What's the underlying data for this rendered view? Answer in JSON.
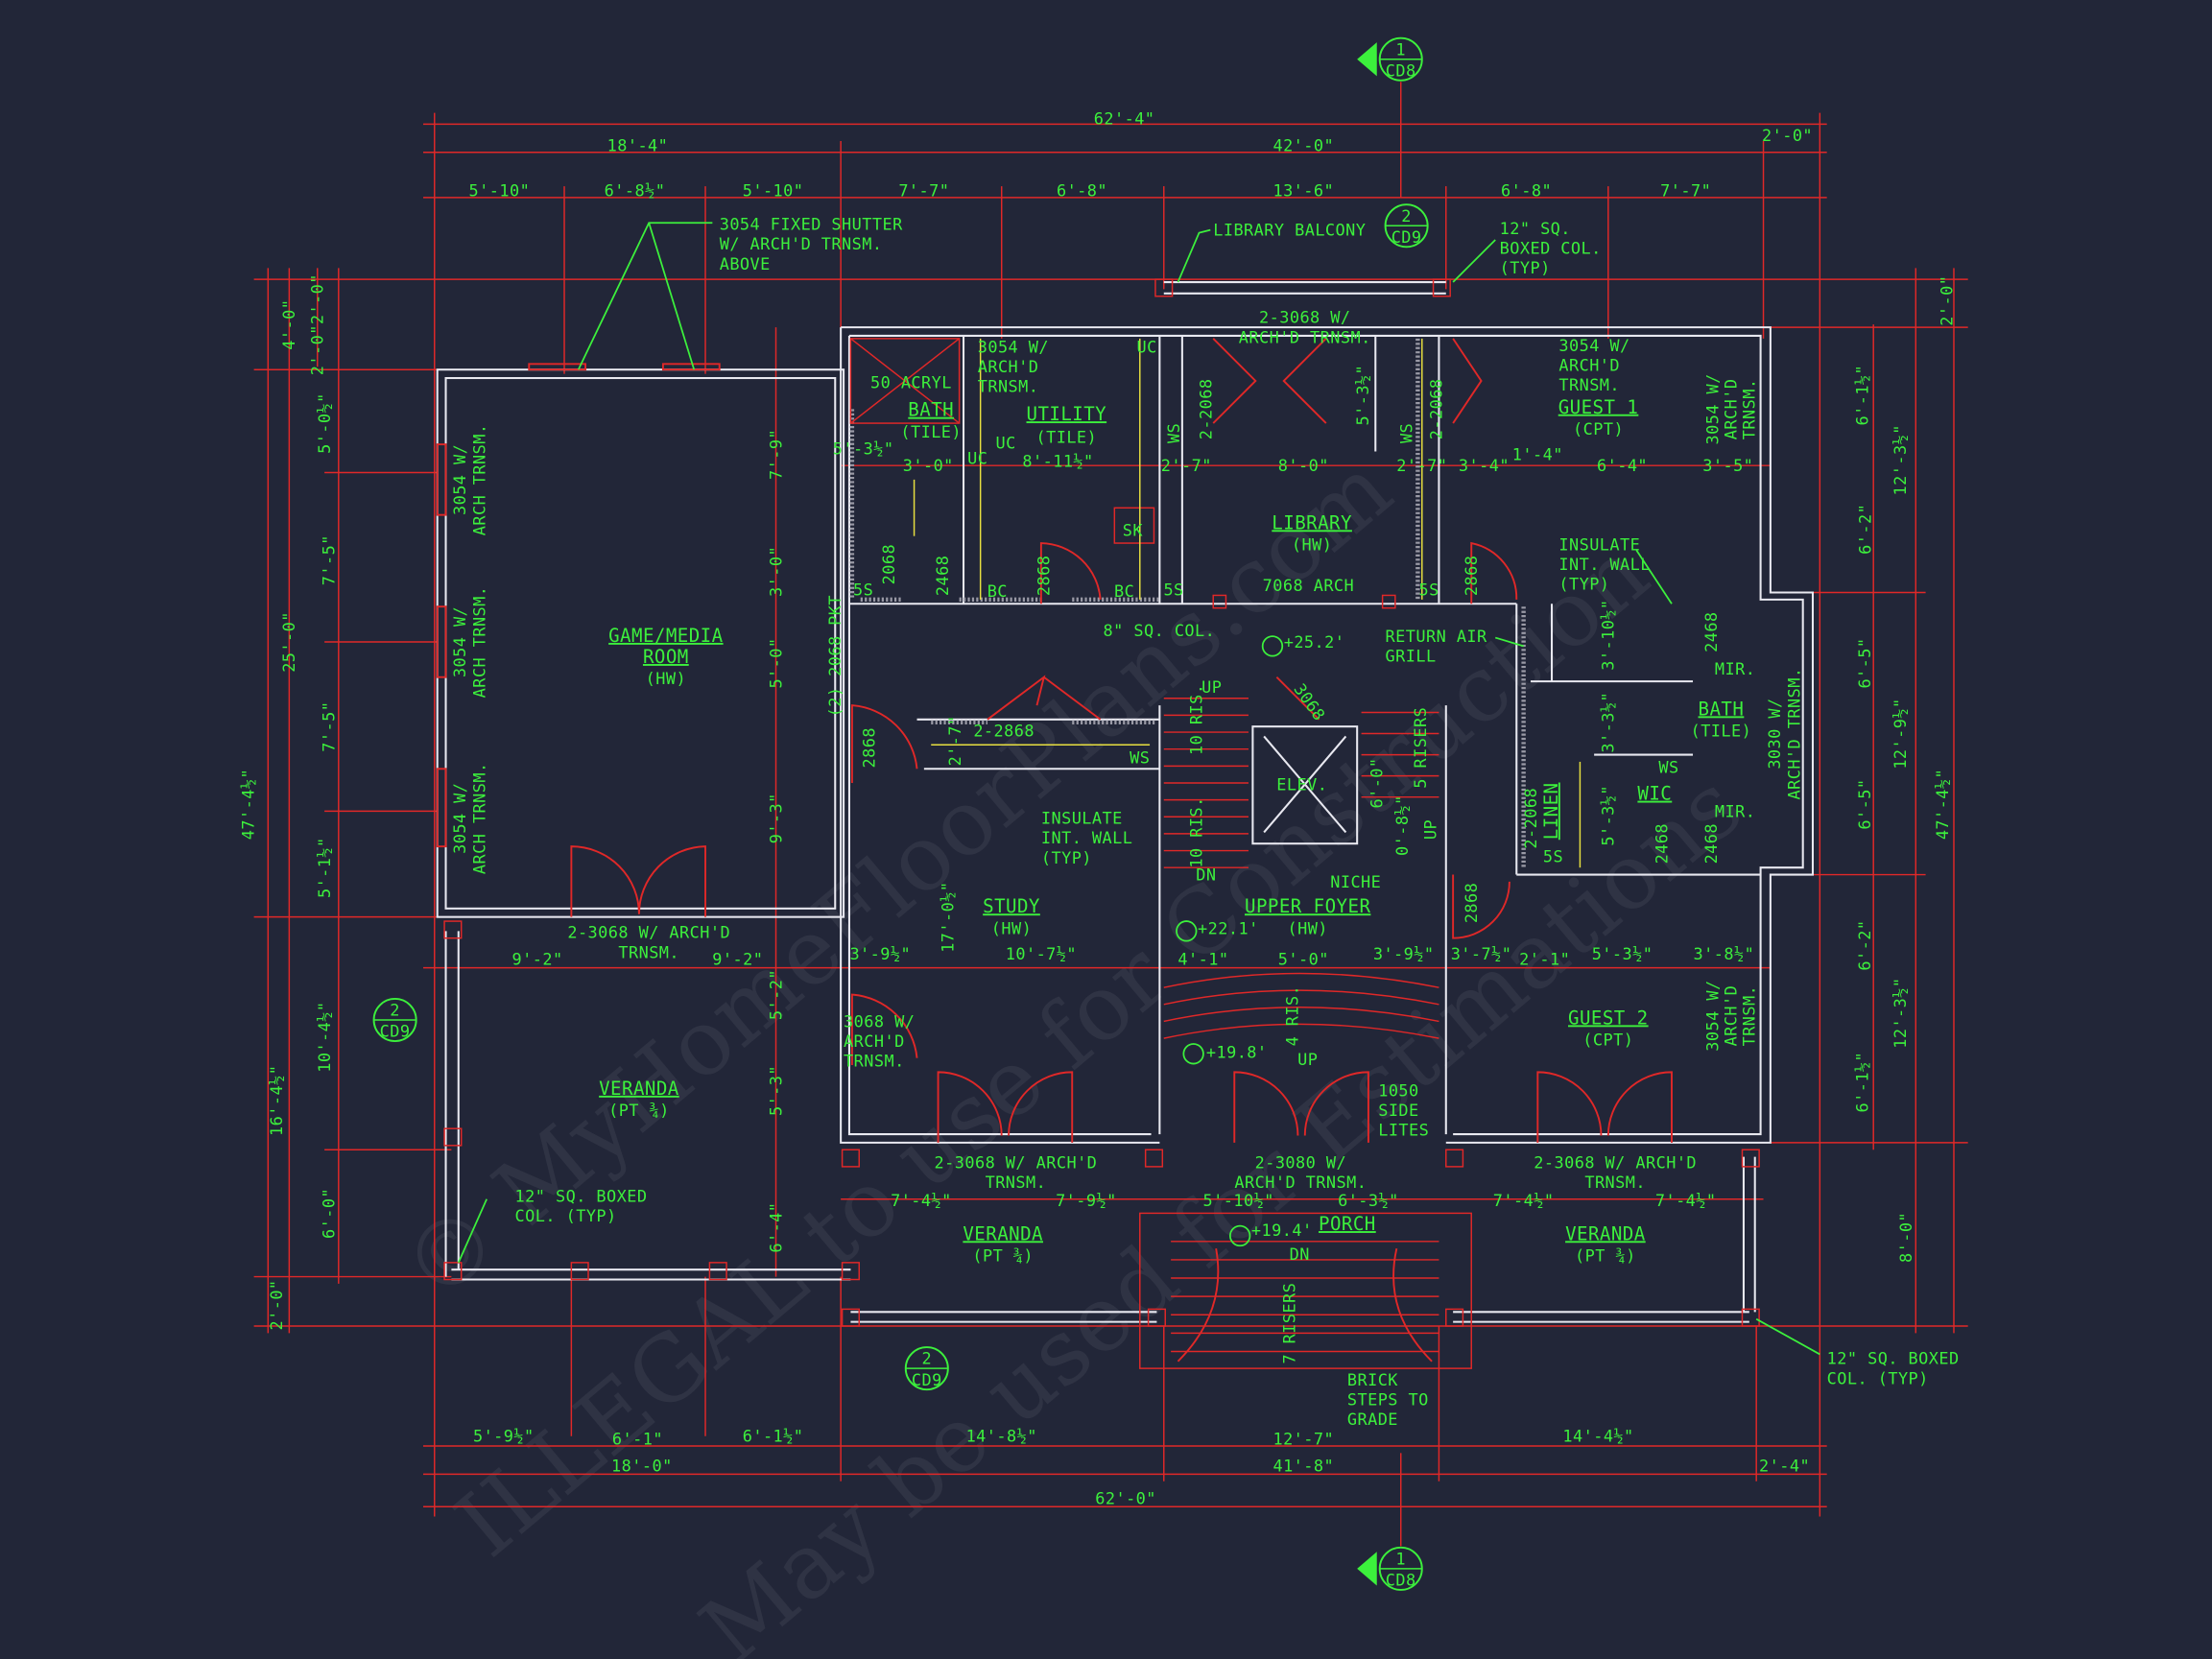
{
  "watermark": [
    "© MyHomeFloorPlans.com",
    "ILLEGAL to use for Construction",
    "May be used for Estimations"
  ],
  "markers": {
    "sec1_num": "1",
    "sec1_sheet": "CD8",
    "sec1b_num": "1",
    "sec1b_sheet": "CD8",
    "sec2a_num": "2",
    "sec2a_sheet": "CD9",
    "sec2b_num": "2",
    "sec2b_sheet": "CD9",
    "sec2c_num": "2",
    "sec2c_sheet": "CD9"
  },
  "dims": {
    "top": [
      "62'-4\"",
      "2'-0\"",
      "18'-4\"",
      "42'-0\"",
      "5'-10\"",
      "6'-8½\"",
      "5'-10\"",
      "7'-7\"",
      "6'-8\"",
      "13'-6\"",
      "6'-8\"",
      "7'-7\""
    ],
    "bottom": [
      "5'-9½\"",
      "6'-1\"",
      "6'-1½\"",
      "14'-8½\"",
      "12'-7\"",
      "14'-4½\"",
      "18'-0\"",
      "41'-8\"",
      "2'-4\"",
      "62'-0\""
    ],
    "left": [
      "47'-4½\"",
      "25'-0\"",
      "16'-4½\"",
      "2'-0\"",
      "4'-0\"",
      "2'-0\"2'-0\"",
      "5'-0½\"",
      "7'-5\"",
      "7'-5\"",
      "5'-1½\"",
      "10'-4½\"",
      "6'-0\""
    ],
    "right": [
      "2'-0\"",
      "47'-4½\"",
      "12'-3½\"",
      "12'-9½\"",
      "12'-3½\"",
      "8'-0\"",
      "6'-1½\"",
      "6'-2\"",
      "6'-5\"",
      "6'-5\"",
      "6'-2\"",
      "6'-1½\""
    ],
    "upper_row": [
      "3'-0\"",
      "8'-11½\"",
      "2'-7\"",
      "8'-0\"",
      "2'-7\"",
      "3'-4\"",
      "1'-4\"",
      "6'-4\"",
      "3'-5\"",
      "5'-3½\""
    ],
    "mid_row": [
      "9'-2\"",
      "9'-2\"",
      "3'-9½\"",
      "10'-7½\"",
      "4'-1\"",
      "5'-0\"",
      "3'-9½\"",
      "3'-7½\"",
      "2'-1\"",
      "5'-3½\"",
      "3'-8½\""
    ],
    "lower_row": [
      "7'-4½\"",
      "7'-9½\"",
      "5'-10½\"",
      "6'-3½\"",
      "7'-4½\"",
      "7'-4½\""
    ],
    "vertical": [
      "7'-9\"",
      "3'-0\"",
      "5'-0\"",
      "9'-3\"",
      "5'-2\"",
      "5'-3\"",
      "6'-4\"",
      "17'-0½\"",
      "5'-3½\"",
      "3'-10½\"",
      "3'-3½\"",
      "5'-3½\"",
      "6'-0\"",
      "0'-8½\"",
      "2'-7\""
    ]
  },
  "rooms": {
    "game": [
      "GAME/MEDIA",
      "ROOM",
      "(HW)"
    ],
    "bath1": [
      "BATH",
      "(TILE)"
    ],
    "utility": [
      "UTILITY",
      "(TILE)"
    ],
    "library": [
      "LIBRARY",
      "(HW)"
    ],
    "guest1": [
      "GUEST 1",
      "(CPT)"
    ],
    "bath2": [
      "BATH",
      "(TILE)"
    ],
    "wic": [
      "WIC"
    ],
    "linen": [
      "LINEN"
    ],
    "study": [
      "STUDY",
      "(HW)"
    ],
    "foyer": [
      "UPPER FOYER",
      "(HW)"
    ],
    "guest2": [
      "GUEST 2",
      "(CPT)"
    ],
    "veranda_left": [
      "VERANDA",
      "(PT ¾)"
    ],
    "veranda_front": [
      "VERANDA",
      "(PT ¾)"
    ],
    "porch": [
      "PORCH"
    ],
    "veranda_right": [
      "VERANDA",
      "(PT ¾)"
    ],
    "elev": [
      "ELEV."
    ]
  },
  "notes": {
    "shutter": [
      "3054 FIXED SHUTTER",
      "W/ ARCH'D TRNSM.",
      "ABOVE"
    ],
    "balcony": [
      "LIBRARY BALCONY"
    ],
    "boxed_top": [
      "12\" SQ.",
      "BOXED COL.",
      "(TYP)"
    ],
    "lib_doors": [
      "2-3068 W/",
      "ARCH'D TRNSM."
    ],
    "util_win": [
      "3054 W/",
      "ARCH'D",
      "TRNSM."
    ],
    "acryl": [
      "50 ACRYL"
    ],
    "g1_win": [
      "3054 W/",
      "ARCH'D",
      "TRNSM."
    ],
    "insulate_r": [
      "INSULATE",
      "INT. WALL",
      "(TYP)"
    ],
    "return_air": [
      "RETURN AIR",
      "GRILL"
    ],
    "arch": [
      "7068 ARCH"
    ],
    "sq_col": [
      "8\" SQ. COL."
    ],
    "elev1": [
      "+25.2'"
    ],
    "study_doors": [
      "2-2868"
    ],
    "insulate_l": [
      "INSULATE",
      "INT. WALL",
      "(TYP)"
    ],
    "niche": [
      "NICHE"
    ],
    "game_doors": [
      "2-3068 W/ ARCH'D",
      "TRNSM."
    ],
    "study_door": [
      "3068 W/",
      "ARCH'D",
      "TRNSM."
    ],
    "elev2": [
      "+22.1'"
    ],
    "elev3": [
      "+19.8'"
    ],
    "sidelites": [
      "1050",
      "SIDE",
      "LITES"
    ],
    "study_front": [
      "2-3068 W/ ARCH'D",
      "TRNSM."
    ],
    "entry": [
      "2-3080 W/",
      "ARCH'D TRNSM."
    ],
    "g2_front": [
      "2-3068 W/ ARCH'D",
      "TRNSM."
    ],
    "elev4": [
      "+19.4'"
    ],
    "dn": [
      "DN"
    ],
    "risers7": [
      "7 RISERS"
    ],
    "brick": [
      "BRICK",
      "STEPS TO",
      "GRADE"
    ],
    "boxed_r": [
      "12\" SQ. BOXED",
      "COL. (TYP)"
    ],
    "boxed_l": [
      "12\" SQ. BOXED",
      "COL. (TYP)"
    ],
    "pkt": [
      "(2) 2068 PKT"
    ],
    "stairs": [
      "UP",
      "10 RIS.",
      "10 RIS.",
      "DN",
      "5 RISERS",
      "UP",
      "4 RIS.",
      "UP"
    ],
    "door_tags": [
      "2468",
      "2868",
      "2068",
      "2-2068",
      "2-2068",
      "2868",
      "2468",
      "2468",
      "2468",
      "2868",
      "2868",
      "2-2068",
      "3068"
    ],
    "small": [
      "UC",
      "UC",
      "UC",
      "BC",
      "BC",
      "5S",
      "5S",
      "5S",
      "5S",
      "WS",
      "WS",
      "WS",
      "WS",
      "SK",
      "MIR.",
      "MIR."
    ],
    "windows": [
      "3054 W/",
      "ARCH TRNSM.",
      "3054 W/",
      "ARCH TRNSM.",
      "3054 W/",
      "ARCH TRNSM.",
      "3054 W/",
      "ARCH'D",
      "TRNSM.",
      "3030 W/",
      "ARCH'D TRNSM.",
      "3054 W/",
      "ARCH'D",
      "TRNSM."
    ]
  },
  "colors": {
    "background": "#222638",
    "text": "#3cf03c",
    "dimension": "#e02828",
    "wall": "#e8e8f0",
    "fixture": "#e8e040"
  }
}
